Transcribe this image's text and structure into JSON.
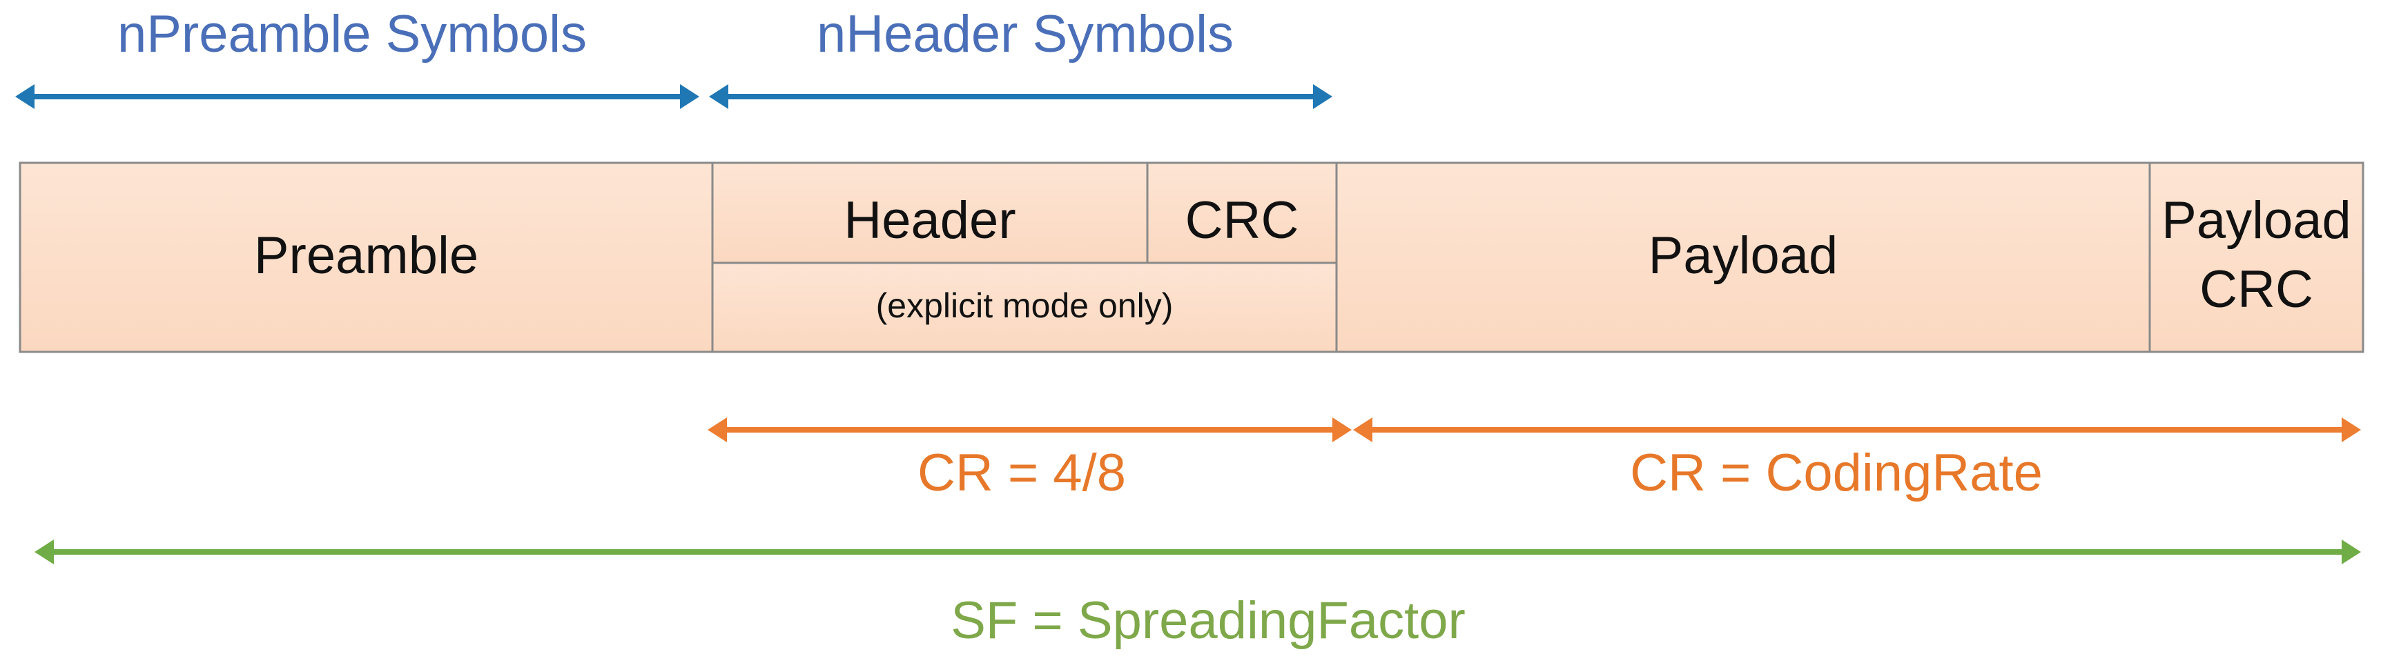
{
  "top": {
    "preamble_len": "nPreamble Symbols",
    "header_len": "nHeader Symbols"
  },
  "frame": {
    "preamble": "Preamble",
    "header": "Header",
    "header_crc": "CRC",
    "header_note": "(explicit mode only)",
    "payload": "Payload",
    "payload_crc_line1": "Payload",
    "payload_crc_line2": "CRC"
  },
  "bottom": {
    "header_cr": "CR = 4/8",
    "payload_cr": "CR = CodingRate",
    "sf": "SF = SpreadingFactor"
  },
  "colors": {
    "blue": "#1f77b4",
    "orange": "#ed7d31",
    "green": "#70ad47",
    "box_fill": "#fde3d0",
    "box_border": "#8a8a8a"
  }
}
